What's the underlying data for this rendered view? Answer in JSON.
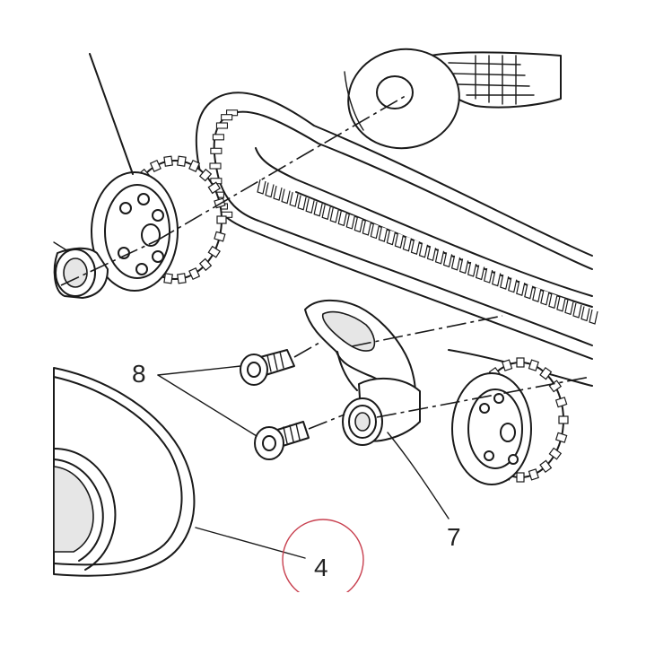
{
  "diagram": {
    "callouts": [
      {
        "id": "4",
        "label": "4"
      },
      {
        "id": "7",
        "label": "7"
      },
      {
        "id": "8",
        "label": "8"
      }
    ],
    "highlight_circle_color": "#c8404f",
    "line_color": "#1a1a1a"
  }
}
